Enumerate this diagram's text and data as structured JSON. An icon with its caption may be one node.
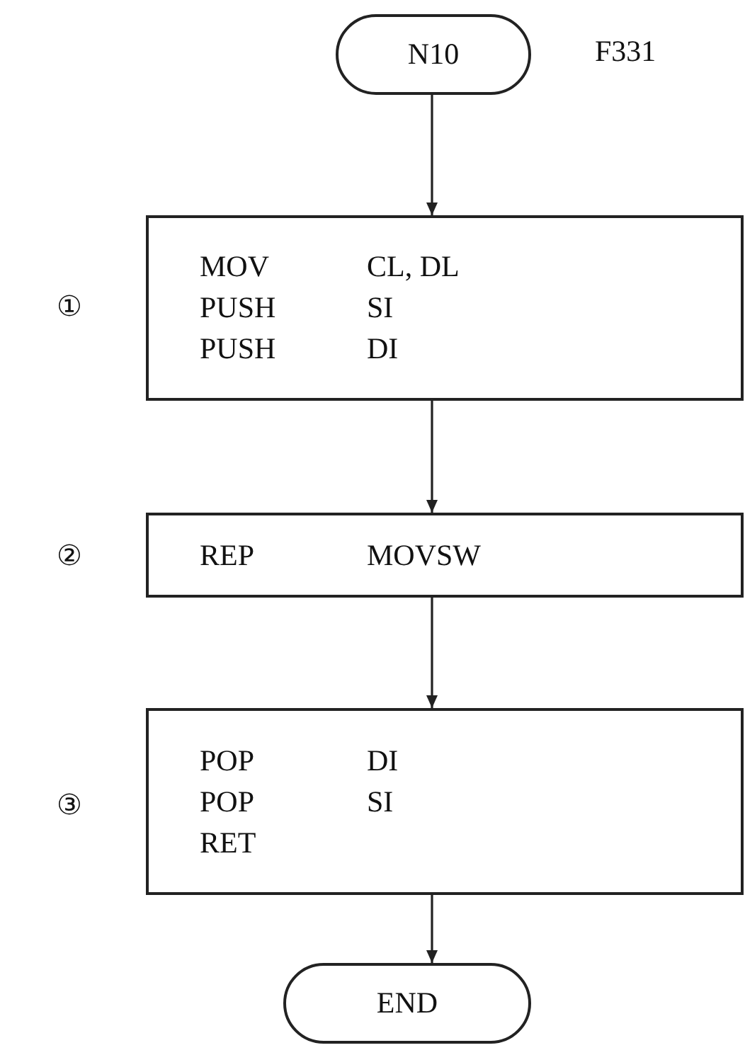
{
  "diagram": {
    "nodes": [
      {
        "text": [
          "N10"
        ],
        "beside": [
          "F331"
        ]
      },
      {
        "text": [
          "MOV",
          "CL, DL",
          "PUSH",
          "SI",
          "PUSH",
          "DI"
        ]
      },
      {
        "text": [
          "REP",
          "MOVSW"
        ]
      },
      {
        "text": [
          "POP",
          "DI",
          "POP",
          "SI",
          "RET"
        ]
      },
      {
        "text": [
          "END"
        ]
      }
    ],
    "edges": [
      {
        "from": 0,
        "to": 1,
        "arrow": "to"
      },
      {
        "from": 1,
        "to": 2,
        "arrow": "to"
      },
      {
        "from": 2,
        "to": 3,
        "arrow": "to"
      },
      {
        "from": 3,
        "to": 4,
        "arrow": "to"
      }
    ],
    "labels": [
      "①",
      "②",
      "③"
    ]
  }
}
